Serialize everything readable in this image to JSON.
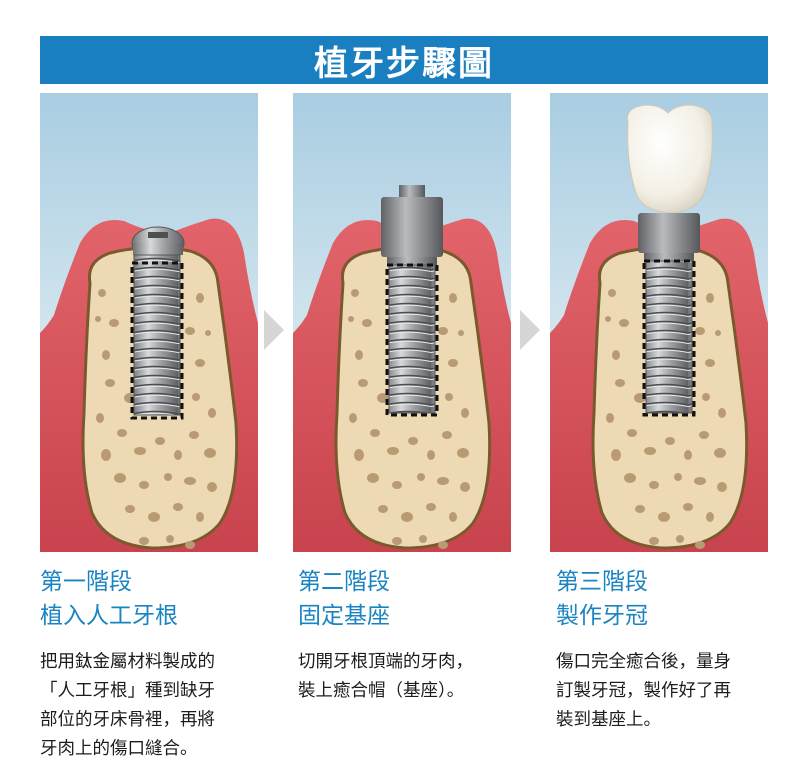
{
  "title": "植牙步驟圖",
  "colors": {
    "title_bar": "#1a7fc1",
    "stage_text": "#1a84c3",
    "background_panel": "#b3d3e4",
    "gum": "#d9535c",
    "bone": "#eedbb6",
    "implant": "#8f9194",
    "crown": "#f6f3ec"
  },
  "stages": [
    {
      "heading": "第一階段",
      "subtitle": "植入人工牙根",
      "description": "把用鈦金屬材料製成的\n「人工牙根」種到缺牙\n部位的牙床骨裡，再將\n牙肉上的傷口縫合。"
    },
    {
      "heading": "第二階段",
      "subtitle": "固定基座",
      "description": "切開牙根頂端的牙肉，\n裝上癒合帽（基座）。"
    },
    {
      "heading": "第三階段",
      "subtitle": "製作牙冠",
      "description": "傷口完全癒合後，量身\n訂製牙冠，製作好了再\n裝到基座上。"
    }
  ]
}
